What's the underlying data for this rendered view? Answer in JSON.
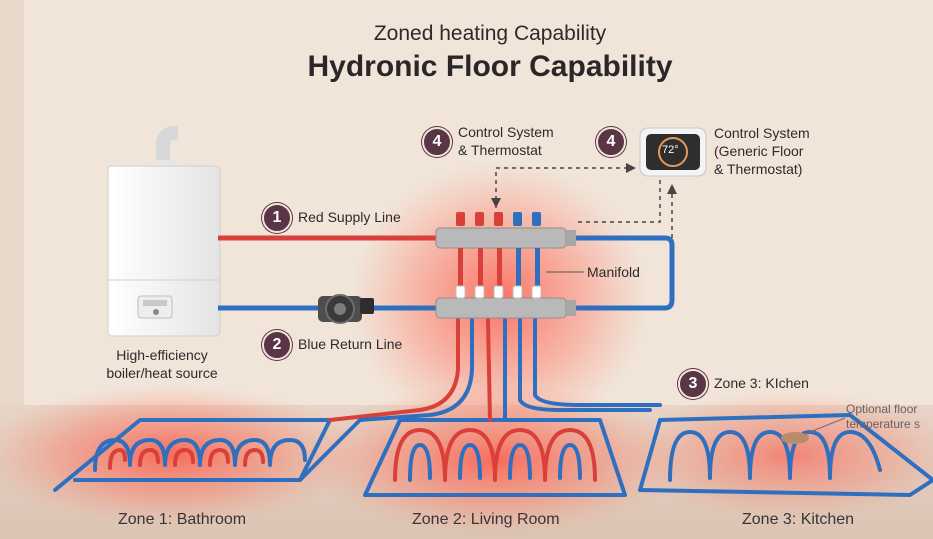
{
  "header": {
    "subtitle": "Zoned heating Capability",
    "title": "Hydronic Floor Capability"
  },
  "callouts": {
    "supply": {
      "number": "1",
      "label": "Red Supply Line"
    },
    "return": {
      "number": "2",
      "label": "Blue Return Line"
    },
    "control_a": {
      "number": "4",
      "label_line1": "Control System",
      "label_line2": "& Thermostat"
    },
    "control_b": {
      "number": "4",
      "label_line1": "Control System",
      "label_line2": "(Generic Floor",
      "label_line3": "& Thermostat)"
    },
    "kitchen_zone": {
      "number": "3",
      "label": "Zone 3: KIchen"
    },
    "manifold": "Manifold",
    "sensor_line1": "Optional floor",
    "sensor_line2": "temperature s"
  },
  "boiler": {
    "label_line1": "High-efficiency",
    "label_line2": "boiler/heat source"
  },
  "thermostat": {
    "display": "72°"
  },
  "zones": {
    "zone1": "Zone 1: Bathroom",
    "zone2": "Zone 2: Living Room",
    "zone3": "Zone 3: Kitchen"
  },
  "colors": {
    "supply_red": "#d9403a",
    "return_blue": "#2f6fc0",
    "badge": "#5a3545",
    "heat_glow": "#ff5a4a"
  }
}
